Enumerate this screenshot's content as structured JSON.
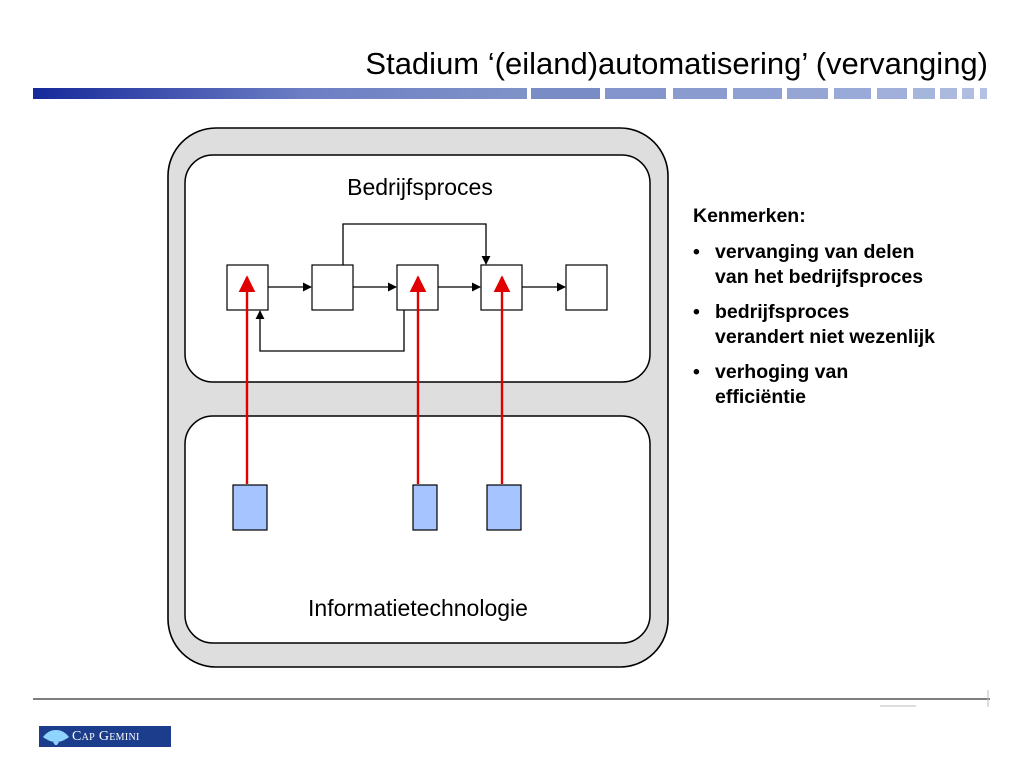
{
  "slide": {
    "title": "Stadium ‘(eiland)automatisering’ (vervanging)"
  },
  "diagram": {
    "process_label": "Bedrijfsproces",
    "it_label": "Informatietechnologie"
  },
  "features": {
    "heading": "Kenmerken:",
    "bullet_symbol": "•",
    "items": [
      {
        "line1": "vervanging van delen",
        "line2": "van het bedrijfsproces"
      },
      {
        "line1": "bedrijfsproces",
        "line2": "verandert niet wezenlijk"
      },
      {
        "line1": "verhoging van",
        "line2": "efficiëntie"
      }
    ]
  },
  "footer": {
    "logo_text": "Cap Gemini",
    "logo_icon": "spade-icon"
  },
  "colors": {
    "title_bar_blue": "#1a2f9c",
    "support_arrow_red": "#e00000",
    "it_box_fill": "#a6c4ff",
    "outer_container": "#dedede",
    "logo_background": "#1c3d8c"
  }
}
